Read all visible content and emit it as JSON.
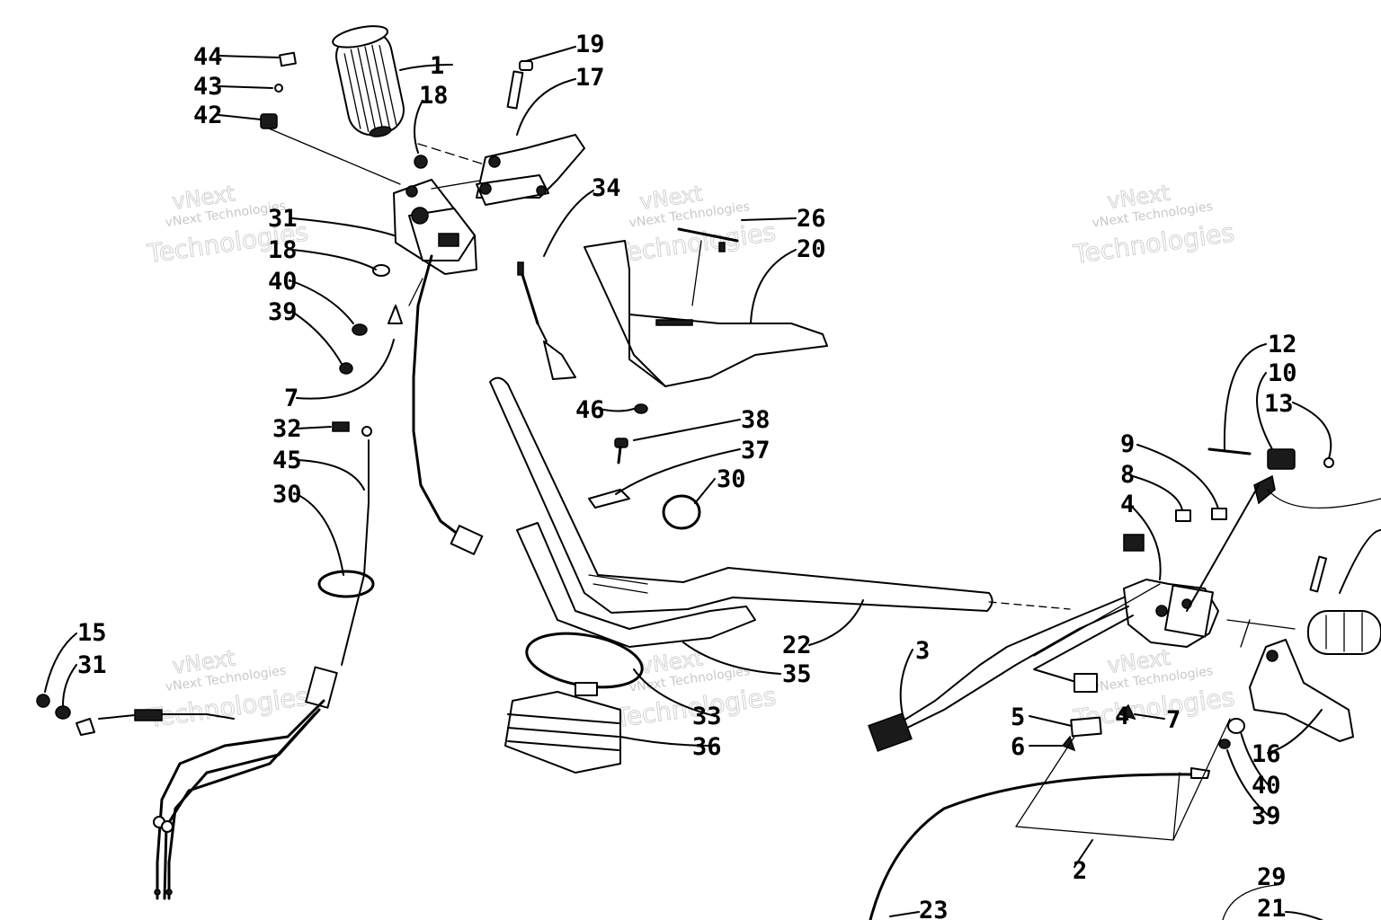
{
  "diagram": {
    "watermark_small": "vNext Technologies",
    "watermark_line1": "vNext",
    "watermark_line2": "Technologies",
    "labels": {
      "p1": "1",
      "p2": "2",
      "p3": "3",
      "p4a": "4",
      "p4b": "4",
      "p5": "5",
      "p6": "6",
      "p7a": "7",
      "p7b": "7",
      "p8": "8",
      "p9": "9",
      "p10": "10",
      "p12": "12",
      "p13": "13",
      "p15": "15",
      "p16": "16",
      "p17": "17",
      "p18a": "18",
      "p18b": "18",
      "p19": "19",
      "p20": "20",
      "p21": "21",
      "p22": "22",
      "p23": "23",
      "p26": "26",
      "p29": "29",
      "p30a": "30",
      "p30b": "30",
      "p31a": "31",
      "p31b": "31",
      "p32": "32",
      "p33": "33",
      "p34": "34",
      "p35": "35",
      "p36": "36",
      "p37": "37",
      "p38": "38",
      "p39a": "39",
      "p39b": "39",
      "p40a": "40",
      "p40b": "40",
      "p42": "42",
      "p43": "43",
      "p44": "44",
      "p45": "45",
      "p46": "46"
    }
  }
}
